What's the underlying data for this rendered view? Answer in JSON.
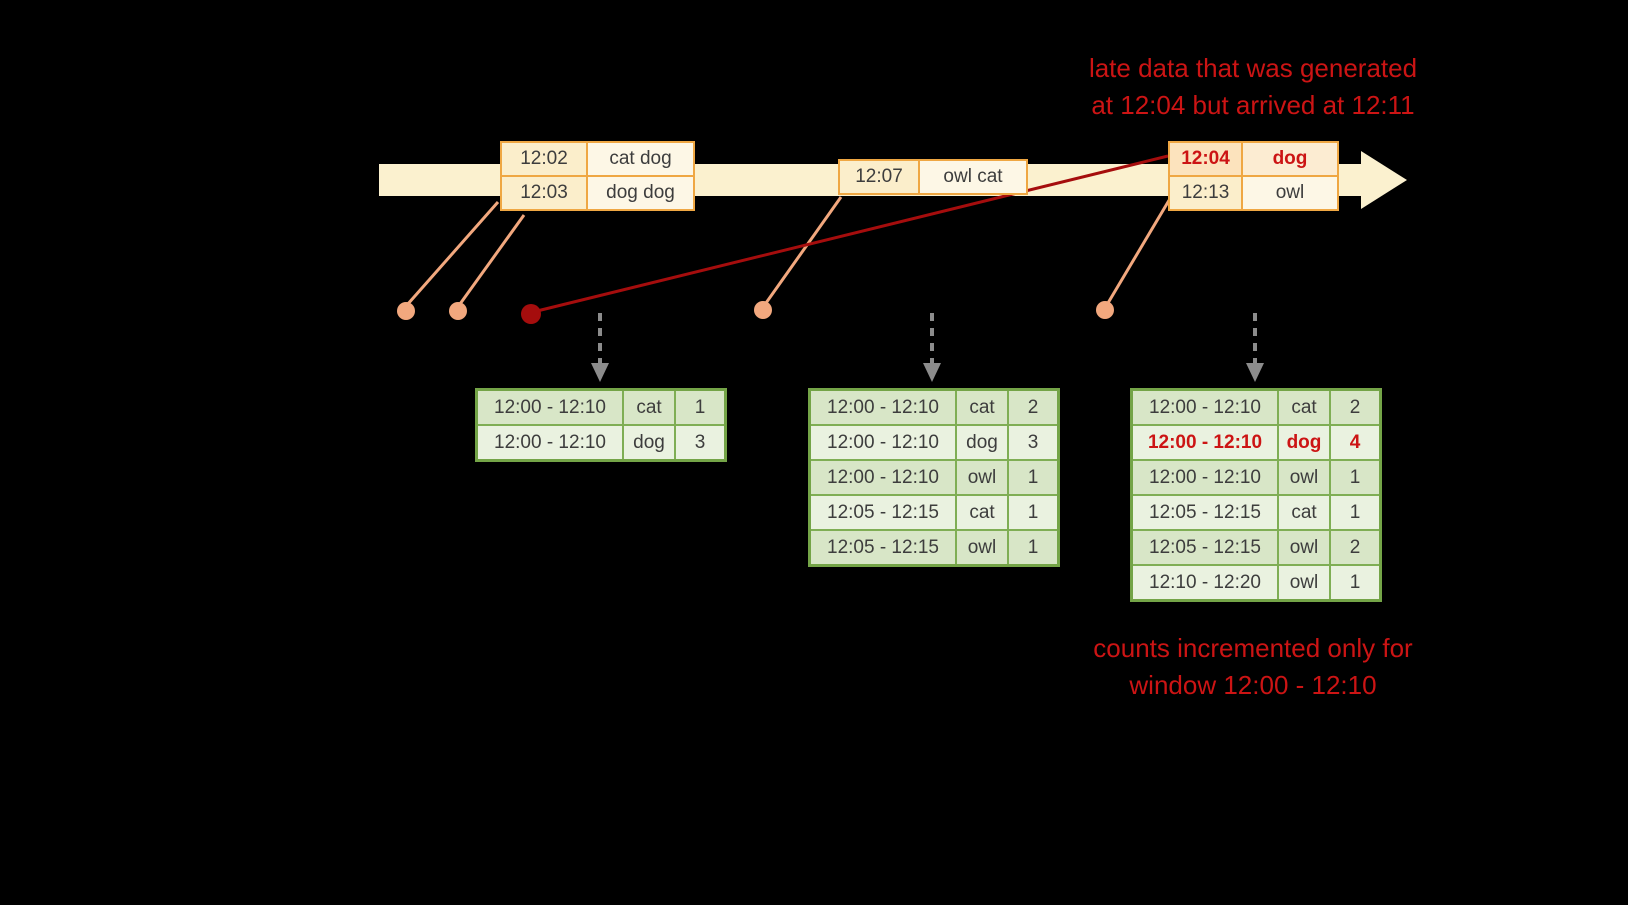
{
  "colors": {
    "background": "#000000",
    "timeline_arrow": "#fbf1cf",
    "event_border": "#efa743",
    "event_fill_time": "#fbeecb",
    "event_fill_words": "#fdf7e6",
    "late_event_fill": "#fce3bd",
    "connector_line": "#f2a87e",
    "late_line": "#a50d0d",
    "trigger_arrow": "#8c8c8c",
    "result_border": "#7fae54",
    "result_fill_dark": "#d8e6c7",
    "result_fill_light": "#eaf2e0",
    "annotation_red": "#cc1414",
    "table_text": "#3d3d3d"
  },
  "annotations": {
    "late_data": {
      "line1": "late data that was generated",
      "line2": "at 12:04 but arrived at 12:11"
    },
    "counts": {
      "line1": "counts incremented only for",
      "line2": "window 12:00 - 12:10"
    }
  },
  "events": {
    "e1": {
      "r1": {
        "time": "12:02",
        "words": "cat dog"
      },
      "r2": {
        "time": "12:03",
        "words": "dog dog"
      }
    },
    "e2": {
      "r1": {
        "time": "12:07",
        "words": "owl cat"
      }
    },
    "e3": {
      "r1": {
        "time": "12:04",
        "words": "dog"
      },
      "r2": {
        "time": "12:13",
        "words": "owl"
      }
    }
  },
  "results": {
    "t1": {
      "rows": [
        {
          "window": "12:00 - 12:10",
          "word": "cat",
          "count": "1"
        },
        {
          "window": "12:00 - 12:10",
          "word": "dog",
          "count": "3"
        }
      ]
    },
    "t2": {
      "rows": [
        {
          "window": "12:00 - 12:10",
          "word": "cat",
          "count": "2"
        },
        {
          "window": "12:00 - 12:10",
          "word": "dog",
          "count": "3"
        },
        {
          "window": "12:00 - 12:10",
          "word": "owl",
          "count": "1"
        },
        {
          "window": "12:05 - 12:15",
          "word": "cat",
          "count": "1"
        },
        {
          "window": "12:05 - 12:15",
          "word": "owl",
          "count": "1"
        }
      ]
    },
    "t3": {
      "rows": [
        {
          "window": "12:00 - 12:10",
          "word": "cat",
          "count": "2"
        },
        {
          "window": "12:00 - 12:10",
          "word": "dog",
          "count": "4"
        },
        {
          "window": "12:00 - 12:10",
          "word": "owl",
          "count": "1"
        },
        {
          "window": "12:05 - 12:15",
          "word": "cat",
          "count": "1"
        },
        {
          "window": "12:05 - 12:15",
          "word": "owl",
          "count": "2"
        },
        {
          "window": "12:10 - 12:20",
          "word": "owl",
          "count": "1"
        }
      ]
    }
  }
}
